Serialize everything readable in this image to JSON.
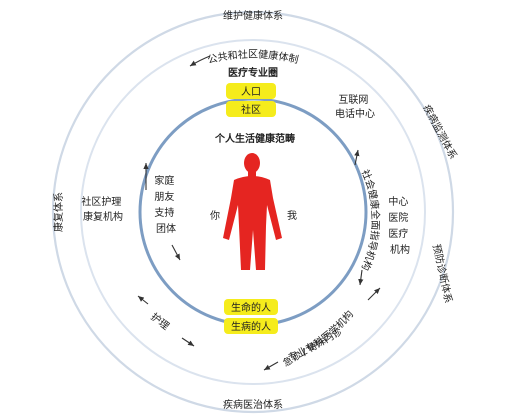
{
  "outer_ring": {
    "top": "维护健康体系",
    "right_upper": "疾病监测体系",
    "right_lower": "预防诊断体系",
    "bottom": "疾病医治体系",
    "left": "康复体系"
  },
  "middle_ring": {
    "top_curve": "公共和社区健康体制",
    "top_title": "医疗专业圈",
    "right_top": "互联网\n电话中心",
    "right_center": "中心\n医院\n医疗\n机构",
    "left": "社区护理\n康复机构",
    "bottom_left": "护理",
    "bottom_right_1": "专业专科医学机构",
    "bottom_right_2": "急诊 / 特殊门诊"
  },
  "inner_circle": {
    "title": "个人生活健康范畴",
    "left_vertical": "家庭\n朋友\n支持\n团体",
    "right_curve": "社会健康全面指导机构",
    "you": "你",
    "me": "我"
  },
  "badges": {
    "top_1": "人口",
    "top_2": "社区",
    "bottom_1": "生命的人",
    "bottom_2": "生病的人"
  },
  "colors": {
    "outer_ring": "#cfd9e6",
    "inner_ring": "#7d9dc3",
    "badge": "#f5ec1c",
    "figure": "#e52521"
  },
  "icons": {
    "figure": "human-figure-icon"
  }
}
